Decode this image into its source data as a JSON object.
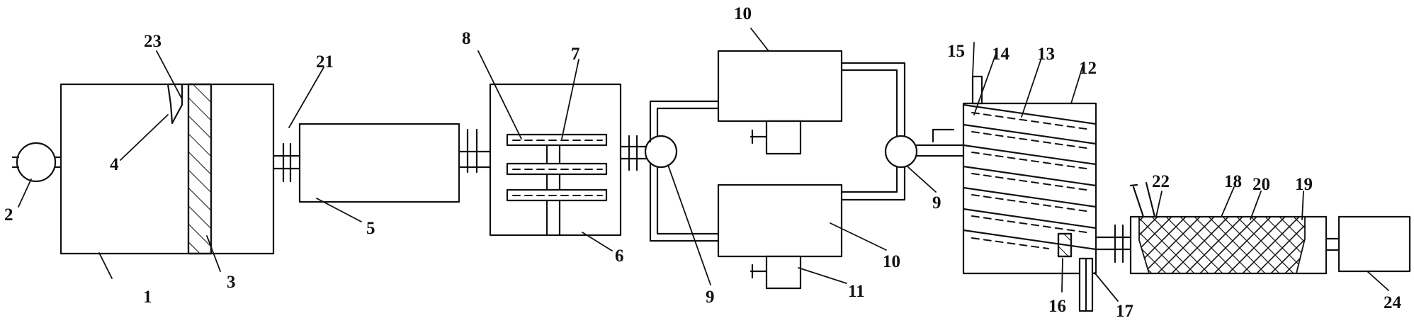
{
  "labels": {
    "n1": "1",
    "n2": "2",
    "n3": "3",
    "n4": "4",
    "n5": "5",
    "n6": "6",
    "n7": "7",
    "n8": "8",
    "n9a": "9",
    "n9b": "9",
    "n10a": "10",
    "n10b": "10",
    "n11": "11",
    "n12": "12",
    "n13": "13",
    "n14": "14",
    "n15": "15",
    "n16": "16",
    "n17": "17",
    "n18": "18",
    "n19": "19",
    "n20": "20",
    "n21": "21",
    "n22": "22",
    "n23": "23",
    "n24": "24"
  }
}
